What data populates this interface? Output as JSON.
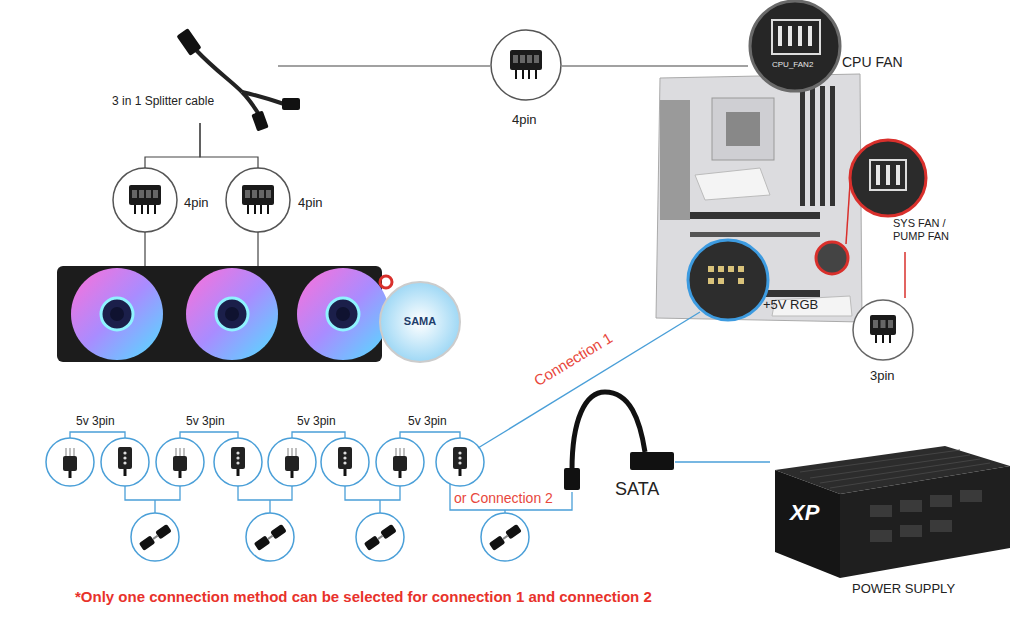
{
  "diagram": {
    "nodes": [
      {
        "text": [
          "3 in 1 Splitter cable"
        ]
      },
      {
        "text": [
          "4pin"
        ]
      },
      {
        "text": [
          "CPU FAN"
        ]
      },
      {
        "text": [
          "4pin"
        ]
      },
      {
        "text": [
          "4pin"
        ]
      },
      {
        "text": [
          "SAMA"
        ]
      },
      {
        "text": [
          "SYS FAN / PUMP FAN"
        ]
      },
      {
        "text": [
          "+5V RGB"
        ]
      },
      {
        "text": [
          "3pin"
        ]
      },
      {
        "text": [
          "SATA"
        ]
      },
      {
        "text": [
          "POWER SUPPLY"
        ]
      }
    ],
    "edges": [
      {
        "from": 0,
        "to": 1,
        "arrow": "none"
      },
      {
        "from": 1,
        "to": 2,
        "arrow": "none"
      },
      {
        "from": 0,
        "to": 3,
        "arrow": "none"
      },
      {
        "from": 0,
        "to": 4,
        "arrow": "none"
      },
      {
        "from": 6,
        "to": 8,
        "arrow": "none"
      },
      {
        "from": 9,
        "to": 10,
        "arrow": "none"
      }
    ],
    "labels": [
      "CPU_FAN2",
      "5v 3pin",
      "5v 3pin",
      "5v 3pin",
      "5v 3pin",
      "Connection 1",
      "or Connection 2",
      "XP",
      "*Only one connection method can be selected for connection 1 and connection 2"
    ]
  }
}
